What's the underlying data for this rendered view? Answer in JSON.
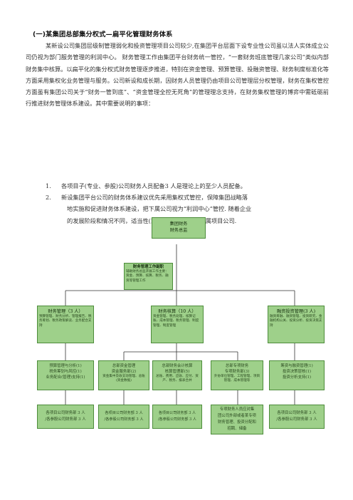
{
  "heading": "(一)某集团总部集分权式—扁平化管理财务体系",
  "paragraph": "某新设公司集团层级制管理弱化和投资管理项目公司较少,在集团平台层面下设专业性公司虽以法人实体成立公司仍视为部门服务管理的利润中心。 财务管理工作由集团平台财务统一管控，“一套财务班底管理几家公司”类似内部财务集中核算。以扁平化的集分权式财务管理逐步推进，特别在资金管理、预算管理、投融资管理、财务制度标准化等方面采用集权化业务管理与服务。公司新设和成长期，因财务人员管理仍由项目公司管理层分权管理，财务在集权管控方面虽有集团公司关于“财务一管到底”、“资金管理全控无死角”的管理理念支持，在财务集权管理的博弈中需砥砺前行推进财务管理体系建设。其中需要说明的事项：",
  "list": [
    {
      "num": "1.",
      "text": "各项目子(专业、参股)公司财务人员配备3 人是理论上的至少人员配备。"
    },
    {
      "num": "2.",
      "text": "新设集团平台公司的财务体系建议优先采用集权式管控，保障集团战略落",
      "cont1": "地实施和促进财务体系建设，把下属公司视为“利润中心”管控. 随着企业",
      "cont2": "的发展阶段和情况不同，适当性(或者差异性)分权到下属项目公司."
    }
  ],
  "org": {
    "top": {
      "line1": "集团财务",
      "line2": "财务总监"
    },
    "committee": {
      "title": "财务管理工作副职",
      "body": "辅助财务总监开展工作主要：资金、预算、核算、税务、融资等管理工作"
    },
    "level2": [
      {
        "title": "财务管理（3 人）",
        "body": "预算管理、财务分析、管理报告、税务筹划、税务政策解读、业务配合支持"
      },
      {
        "title": "财务核算（10 人）",
        "body": "资金管理、税务处理、核算记账、成本管理、税务管理、制度管理、制度管理"
      },
      {
        "title": "融资投资管理(3 人)",
        "body": "融资筹融、融资管理、投资研究、金融机构公关、投资分析、投资决策支持"
      }
    ],
    "level3": [
      {
        "line1": "预算管理与分析(1)",
        "line2": "税务筹划与风控(1)",
        "line3": "业务配合(管理)支持(1)"
      },
      {
        "line1": "总部资金管理",
        "line2": "资金服务部(2)",
        "line3": "资金集中及收支动管理、总账(资金数据)"
      },
      {
        "line1": "总部财务会计核算",
        "line2": "核算管理部(5)",
        "line3": "总账、费用、应收、应付、资产、税务、报表合并"
      },
      {
        "line1": "总部专项财务",
        "line2": "专项财务部(3)",
        "line3": "外协单位管理、工程管理、项目管理、成本管理等"
      },
      {
        "line1": "筹资与融资管理(1)",
        "line2": "投资决策层核(1)",
        "line3": "投资分析支持(1)"
      }
    ],
    "level4": [
      {
        "line1": "各项目公司财务部 3 人",
        "line2": "/各参股公司财务部 3 人"
      },
      {
        "line1": "各项目公司财务部 3 人",
        "line2": "/各参股公司财务部 3 人"
      },
      {
        "line1": "各项目公司财务部 3 人",
        "line2": "/各参股公司财务部 3 人"
      },
      {
        "line1": "专项财务人员应对集",
        "line2": "团公司外部或者某专项",
        "line3": "财务管理、投资分配和",
        "line4": "招聘、储备"
      },
      {
        "line1": "各项目公司财务部 3 人",
        "line2": "/各参股公司财务部 3 人"
      }
    ]
  }
}
